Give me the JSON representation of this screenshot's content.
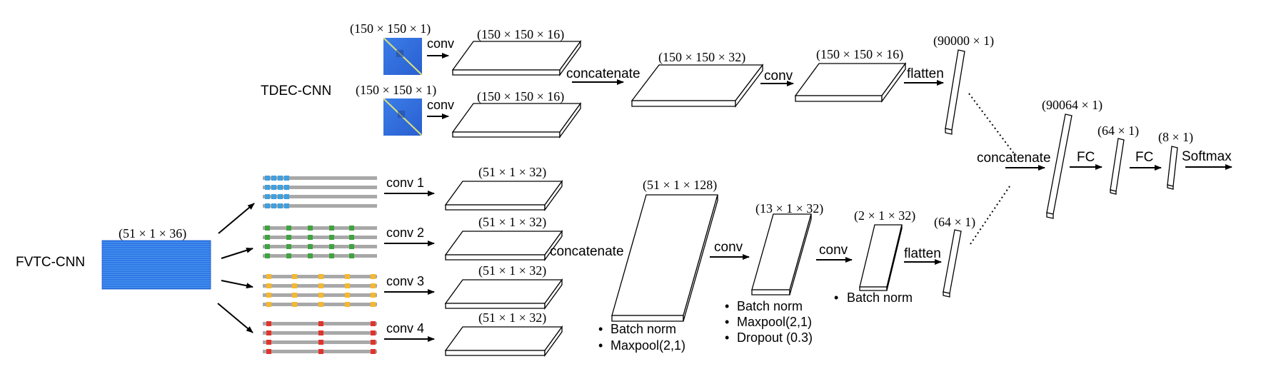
{
  "tdec": {
    "label": "TDEC-CNN",
    "input1_dims": "(150 × 150 × 1)",
    "input2_dims": "(150 × 150 × 1)",
    "conv_a": "conv",
    "conv_b": "conv",
    "feat1_dims": "(150 × 150 × 16)",
    "feat2_dims": "(150 × 150 × 16)",
    "concatenate": "concatenate",
    "concat_dims": "(150 × 150 × 32)",
    "conv_c": "conv",
    "conv_out_dims": "(150 × 150 × 16)",
    "flatten": "flatten",
    "flat_dims": "(90000 × 1)"
  },
  "fvtc": {
    "label": "FVTC-CNN",
    "input_dims": "(51 × 1 × 36)",
    "branches": [
      {
        "conv": "conv 1",
        "dims": "(51 × 1 × 32)",
        "color": "#3fa0e0"
      },
      {
        "conv": "conv 2",
        "dims": "(51 × 1 × 32)",
        "color": "#3fa33f"
      },
      {
        "conv": "conv 3",
        "dims": "(51 × 1 × 32)",
        "color": "#f5b82e"
      },
      {
        "conv": "conv 4",
        "dims": "(51 × 1 × 32)",
        "color": "#e0342b"
      }
    ],
    "concatenate": "concatenate",
    "concat_dims": "(51 × 1 × 128)",
    "concat_notes": [
      "Batch norm",
      "Maxpool(2,1)"
    ],
    "conv_a": "conv",
    "block2_dims": "(13 × 1 × 32)",
    "block2_notes": [
      "Batch norm",
      "Maxpool(2,1)",
      "Dropout (0.3)"
    ],
    "conv_b": "conv",
    "block3_dims": "(2 × 1 × 32)",
    "block3_notes": [
      "Batch norm"
    ],
    "flatten": "flatten",
    "flat_dims": "(64 × 1)"
  },
  "fusion": {
    "concatenate": "concatenate",
    "merged_dims": "(90064 × 1)",
    "fc1": "FC",
    "fc1_dims": "(64 × 1)",
    "fc2": "FC",
    "fc2_dims": "(8 × 1)",
    "softmax": "Softmax"
  },
  "colors": {
    "heatmap": "#2b6fe0",
    "track": "#a8a8a8",
    "line": "#000000"
  }
}
